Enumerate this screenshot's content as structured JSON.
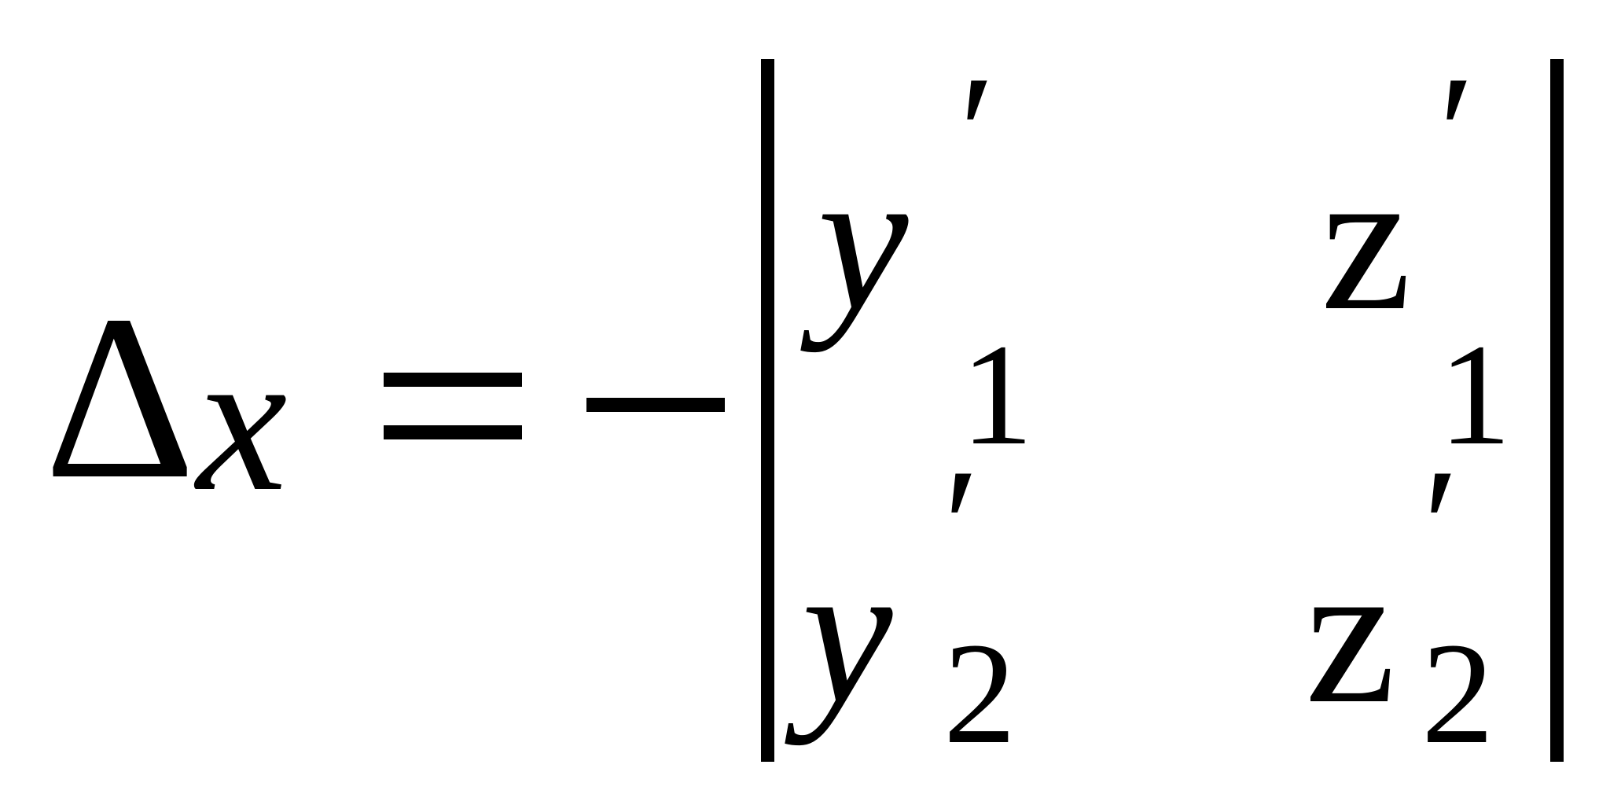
{
  "formula": {
    "lhs": {
      "delta": "Δ",
      "variable": "x"
    },
    "equals_sign": "=",
    "minus_sign": "−",
    "determinant": {
      "rows": [
        [
          {
            "base": "y",
            "prime": "′",
            "subscript": "1"
          },
          {
            "base": "z",
            "prime": "′",
            "subscript": "1"
          }
        ],
        [
          {
            "base": "y",
            "prime": "′",
            "subscript": "2"
          },
          {
            "base": "z",
            "prime": "′",
            "subscript": "2"
          }
        ]
      ]
    }
  }
}
